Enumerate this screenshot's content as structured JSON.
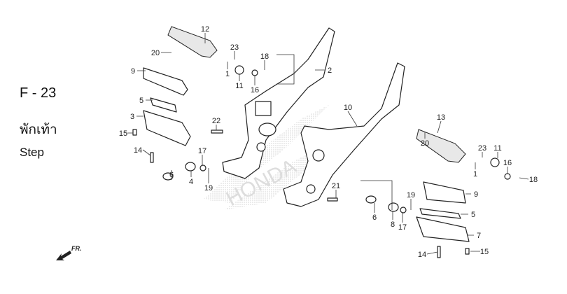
{
  "section": {
    "code": "F - 23",
    "title_thai": "พักเท้า",
    "title_en": "Step"
  },
  "watermark": "HONDA",
  "direction_label": "FR.",
  "callouts": [
    "12",
    "20",
    "23",
    "1",
    "18",
    "2",
    "9",
    "11",
    "16",
    "5",
    "3",
    "22",
    "15",
    "10",
    "13",
    "14",
    "17",
    "20",
    "23",
    "11",
    "1",
    "16",
    "18",
    "6",
    "4",
    "19",
    "21",
    "19",
    "9",
    "5",
    "8",
    "6",
    "17",
    "7",
    "14",
    "15"
  ]
}
